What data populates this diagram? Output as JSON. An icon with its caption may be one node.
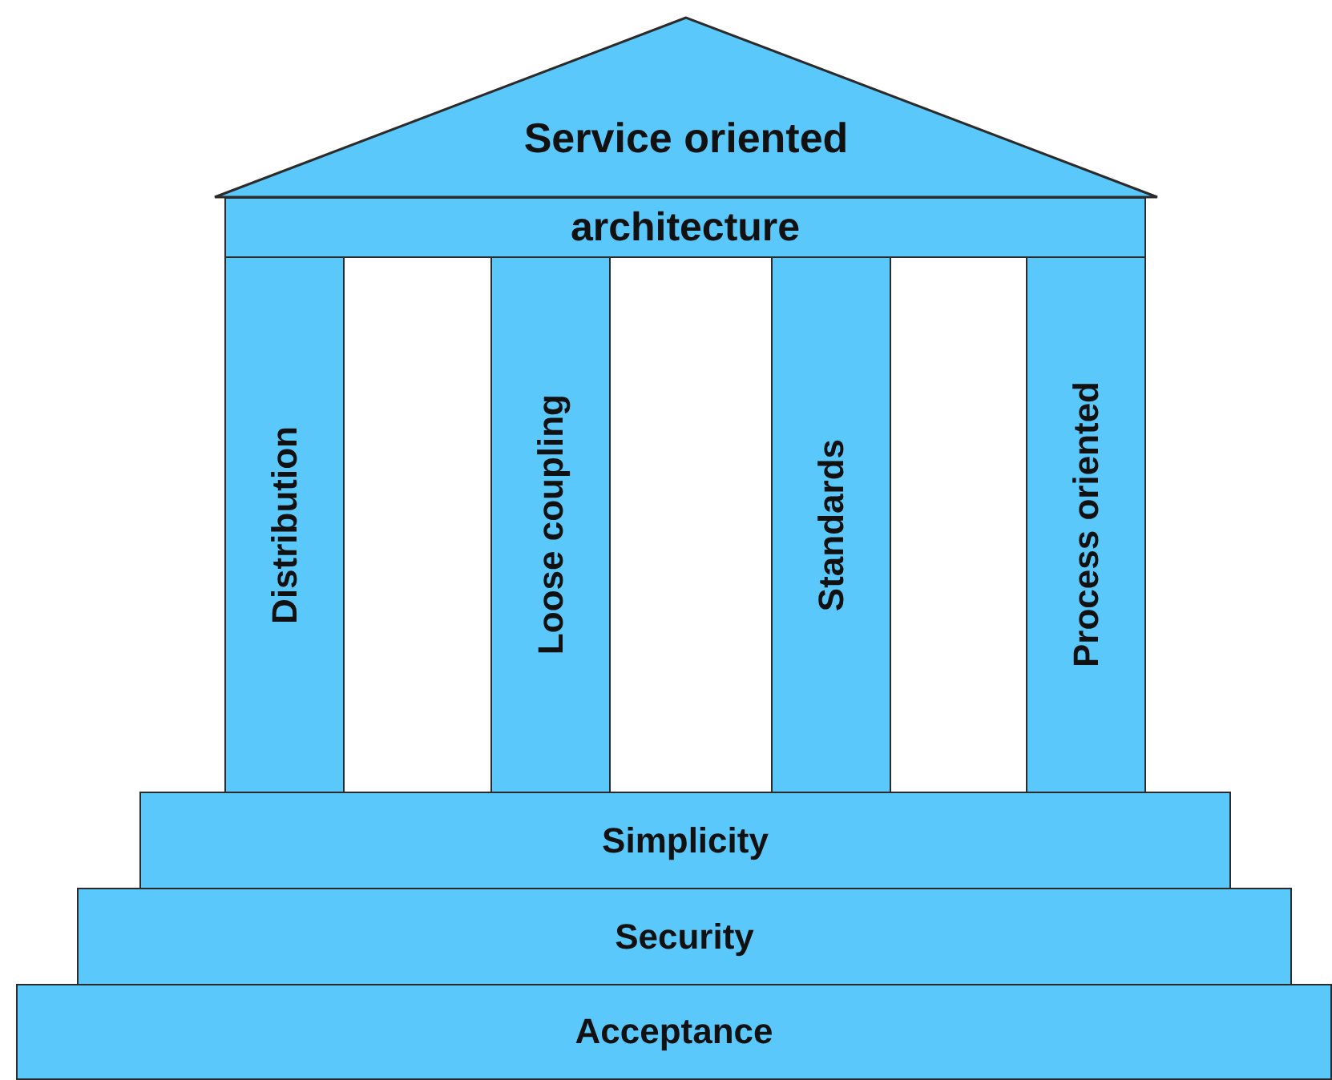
{
  "diagram": {
    "nodes": [
      {
        "text": [
          "Service oriented"
        ]
      },
      {
        "text": [
          "architecture"
        ]
      },
      {
        "text": [
          "Distribution"
        ]
      },
      {
        "text": [
          "Loose coupling"
        ]
      },
      {
        "text": [
          "Standards"
        ]
      },
      {
        "text": [
          "Process oriented"
        ]
      },
      {
        "text": [
          "Simplicity"
        ]
      },
      {
        "text": [
          "Security"
        ]
      },
      {
        "text": [
          "Acceptance"
        ]
      }
    ],
    "edges": []
  }
}
